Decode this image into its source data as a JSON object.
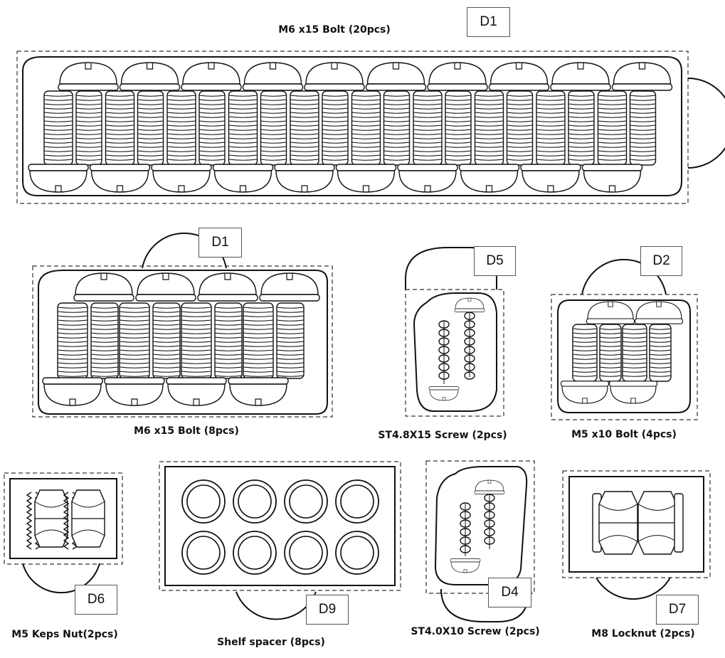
{
  "packs": [
    {
      "id": "d1-large",
      "code": "D1",
      "caption": "M6 x15 Bolt (20pcs)"
    },
    {
      "id": "d1-small",
      "code": "D1",
      "caption": "M6 x15 Bolt (8pcs)"
    },
    {
      "id": "d5",
      "code": "D5",
      "caption": "ST4.8X15 Screw (2pcs)"
    },
    {
      "id": "d2",
      "code": "D2",
      "caption": "M5 x10 Bolt (4pcs)"
    },
    {
      "id": "d6",
      "code": "D6",
      "caption": "M5 Keps Nut(2pcs)"
    },
    {
      "id": "d9",
      "code": "D9",
      "caption": "Shelf spacer (8pcs)"
    },
    {
      "id": "d4",
      "code": "D4",
      "caption": "ST4.0X10 Screw (2pcs)"
    },
    {
      "id": "d7",
      "code": "D7",
      "caption": "M8 Locknut (2pcs)"
    }
  ]
}
